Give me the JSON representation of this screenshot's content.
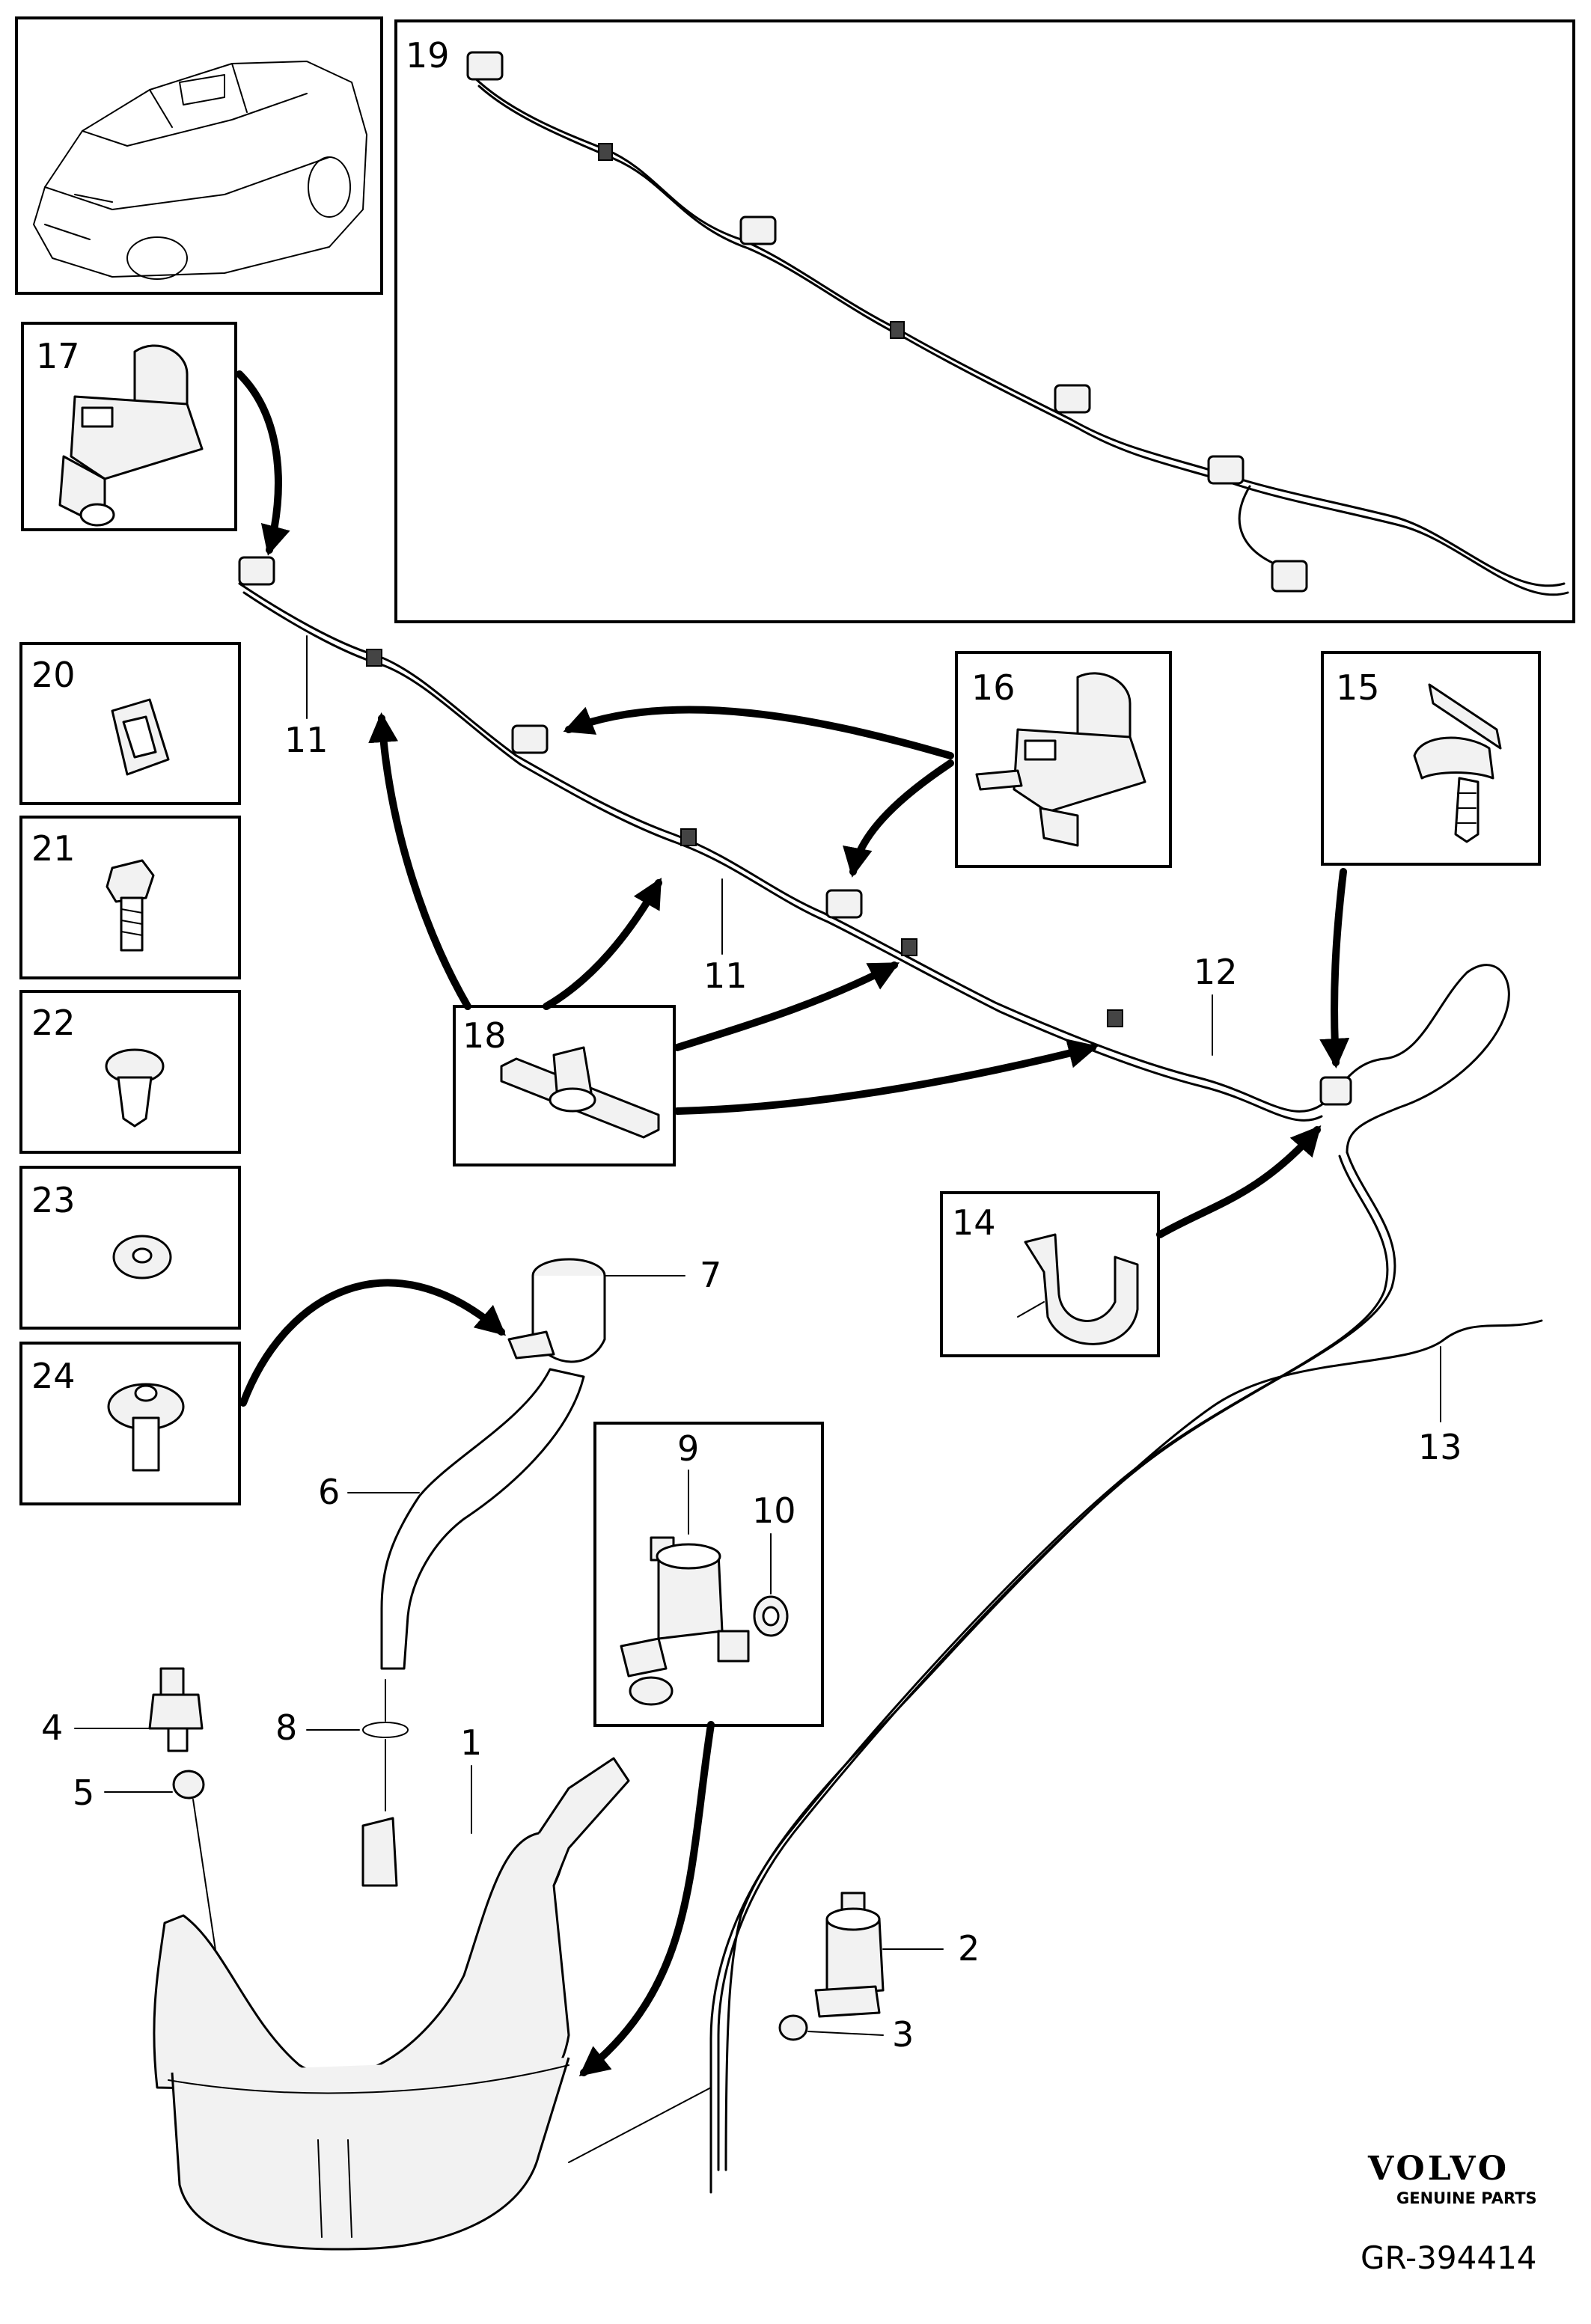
{
  "labels": {
    "p1": "1",
    "p2": "2",
    "p3": "3",
    "p4": "4",
    "p5": "5",
    "p6": "6",
    "p7": "7",
    "p8": "8",
    "p9": "9",
    "p10": "10",
    "p11a": "11",
    "p11b": "11",
    "p12": "12",
    "p13": "13",
    "p14": "14",
    "p15": "15",
    "p16": "16",
    "p17": "17",
    "p18": "18",
    "p19": "19",
    "p20": "20",
    "p21": "21",
    "p22": "22",
    "p23": "23",
    "p24": "24"
  },
  "footer": {
    "brand": "VOLVO",
    "brand_sub": "GENUINE PARTS",
    "reference": "GR-394414"
  }
}
